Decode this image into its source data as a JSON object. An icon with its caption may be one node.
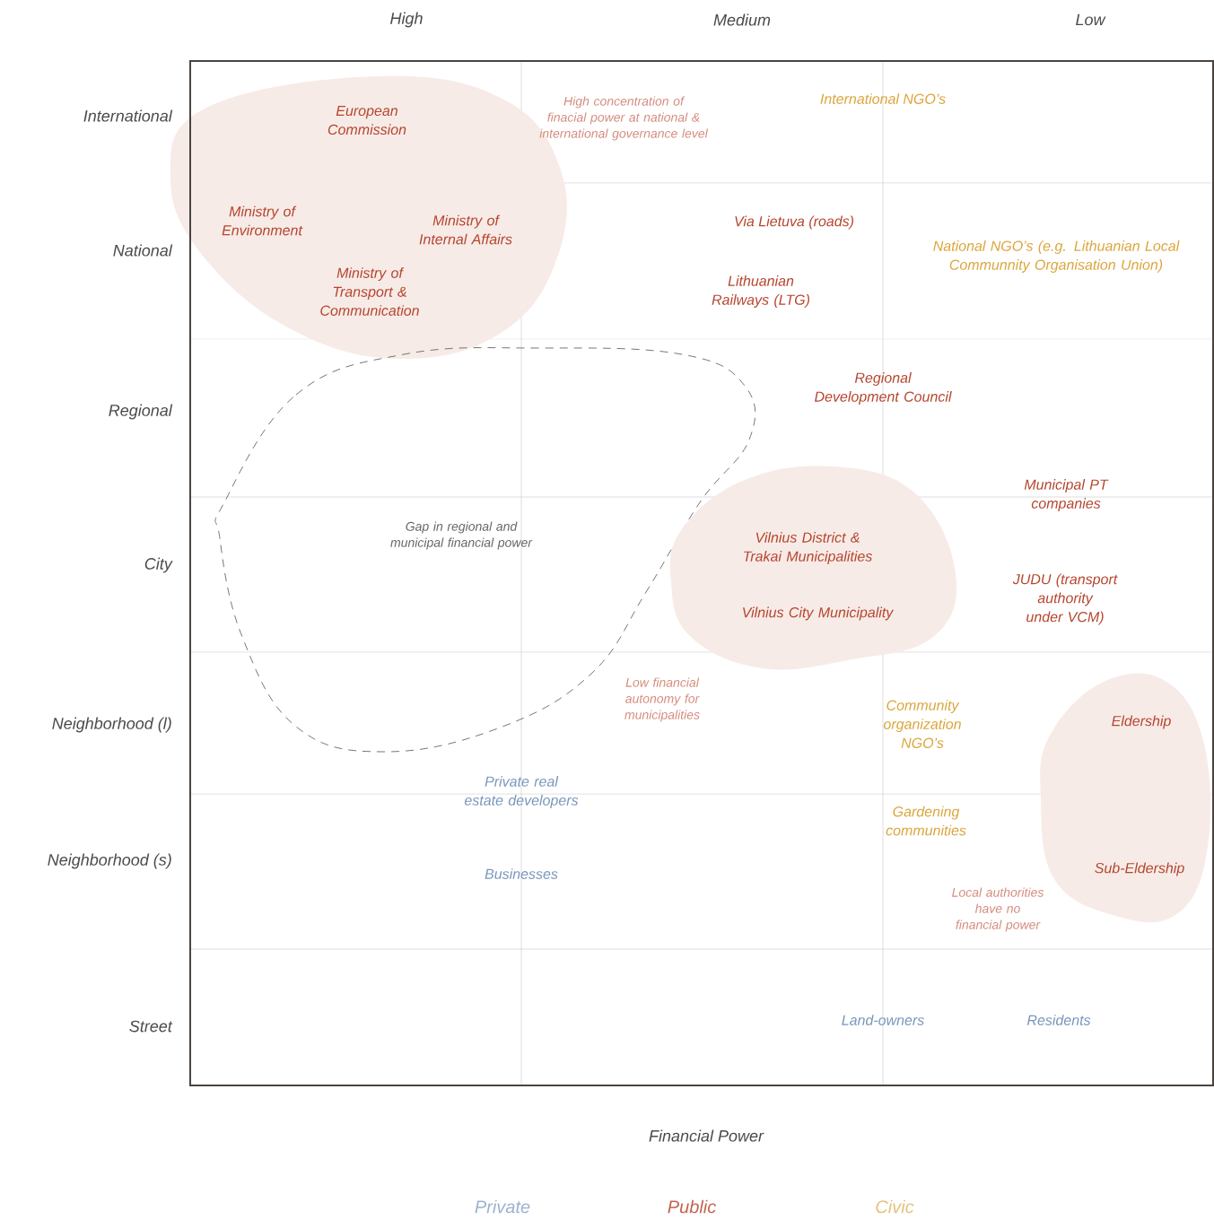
{
  "diagram": {
    "nodes": [
      {
        "text": [
          "European Commission",
          "Ministry of Environment",
          "Ministry of Internal Affairs",
          "Ministry of Transport & Communication"
        ]
      },
      {
        "text": [
          "Gap in regional and municipal financial power"
        ]
      },
      {
        "text": [
          "Vilnius District & Trakai Municipalities",
          "Vilnius City Municipality"
        ]
      },
      {
        "text": [
          "Eldership",
          "Sub-Eldership"
        ]
      }
    ],
    "edges": [],
    "labels": [
      "High",
      "Medium",
      "Low",
      "International",
      "High concentration of finacial power at national & international governance level",
      "International NGO’s",
      "National",
      "Via Lietuva (roads)",
      "National NGO’s (e.g. Lithuanian Local Communnity Organisation Union)",
      "Lithuanian Railways (LTG)",
      "Regional",
      "Regional Development Council",
      "Municipal PT companies",
      "City",
      "JUDU (transport authority under VCM)",
      "Low financial autonomy for municipalities",
      "Neighborhood (l)",
      "Community organization NGO’s",
      "Private real estate developers",
      "Neighborhood (s)",
      "Gardening communities",
      "Businesses",
      "Local authorities have no financial power",
      "Street",
      "Land-owners",
      "Residents",
      "Financial Power"
    ],
    "legend": [
      {
        "text": "Private",
        "color": "#9db2cc"
      },
      {
        "text": "Public",
        "color": "#c2634f"
      },
      {
        "text": "Civic",
        "color": "#e6c07c"
      }
    ]
  }
}
